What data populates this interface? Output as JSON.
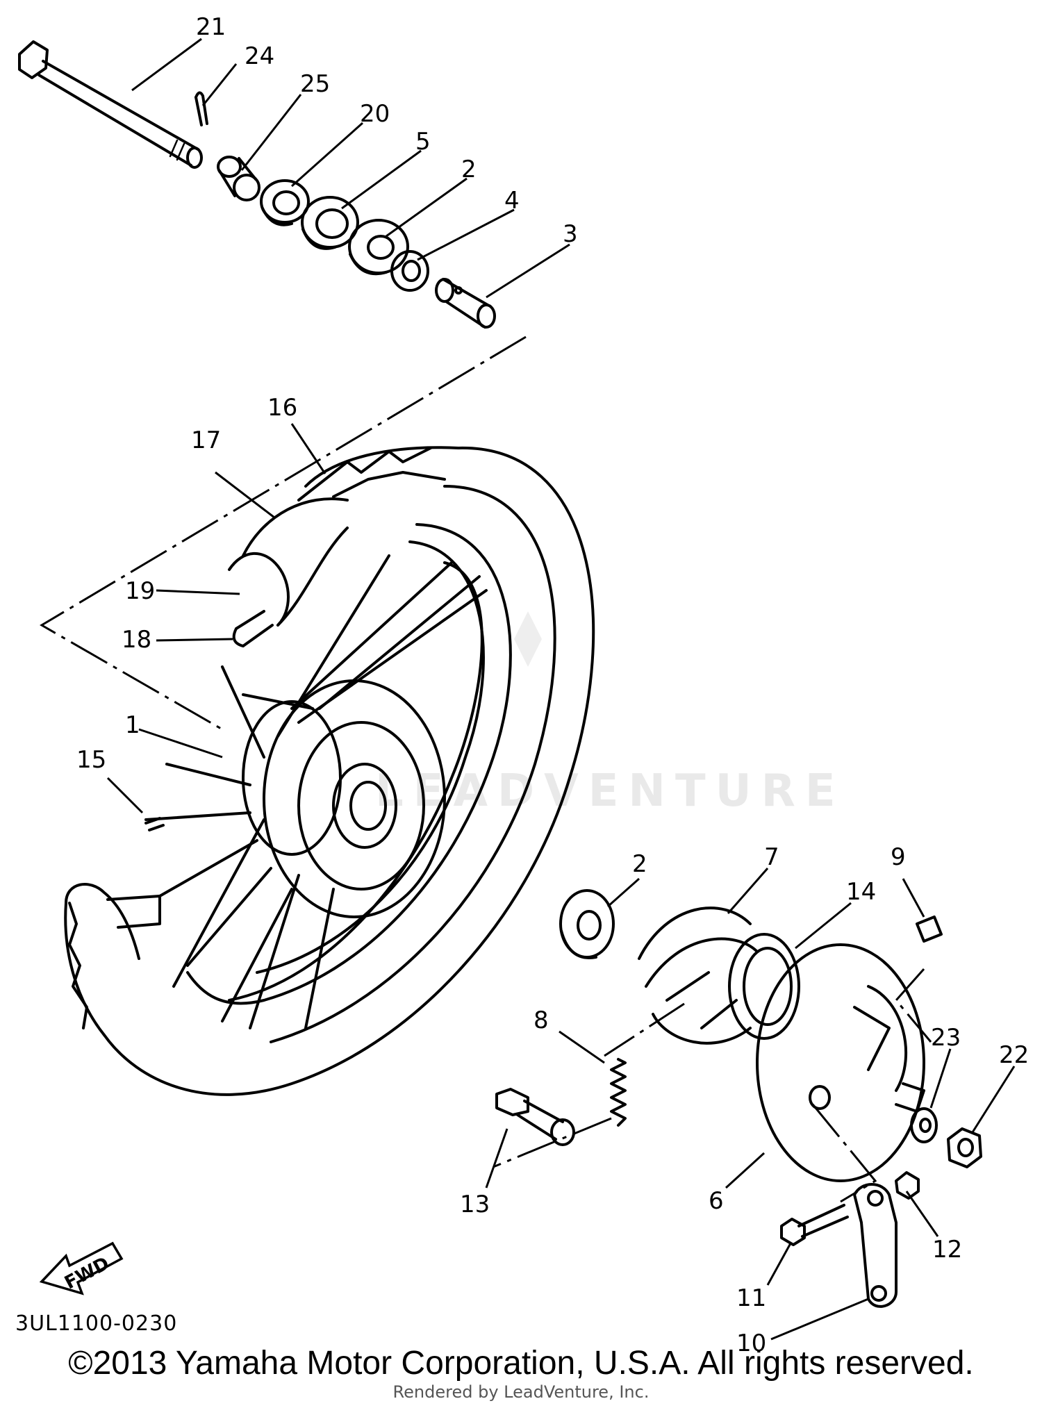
{
  "diagram": {
    "callouts": [
      {
        "id": "c21",
        "label": "21"
      },
      {
        "id": "c24",
        "label": "24"
      },
      {
        "id": "c25",
        "label": "25"
      },
      {
        "id": "c20",
        "label": "20"
      },
      {
        "id": "c5",
        "label": "5"
      },
      {
        "id": "c2a",
        "label": "2"
      },
      {
        "id": "c4",
        "label": "4"
      },
      {
        "id": "c3",
        "label": "3"
      },
      {
        "id": "c16",
        "label": "16"
      },
      {
        "id": "c17",
        "label": "17"
      },
      {
        "id": "c19",
        "label": "19"
      },
      {
        "id": "c18",
        "label": "18"
      },
      {
        "id": "c1",
        "label": "1"
      },
      {
        "id": "c15",
        "label": "15"
      },
      {
        "id": "c2b",
        "label": "2"
      },
      {
        "id": "c7",
        "label": "7"
      },
      {
        "id": "c14",
        "label": "14"
      },
      {
        "id": "c9",
        "label": "9"
      },
      {
        "id": "c8",
        "label": "8"
      },
      {
        "id": "c23",
        "label": "23"
      },
      {
        "id": "c22",
        "label": "22"
      },
      {
        "id": "c13",
        "label": "13"
      },
      {
        "id": "c6",
        "label": "6"
      },
      {
        "id": "c12",
        "label": "12"
      },
      {
        "id": "c11",
        "label": "11"
      },
      {
        "id": "c10",
        "label": "10"
      }
    ],
    "fwd_label": "FWD",
    "watermark": "LEADVENTURE"
  },
  "footer": {
    "doc_code": "3UL1100-0230",
    "copyright": "©2013 Yamaha Motor Corporation, U.S.A. All rights reserved.",
    "rendered_by": "Rendered by LeadVenture, Inc."
  }
}
